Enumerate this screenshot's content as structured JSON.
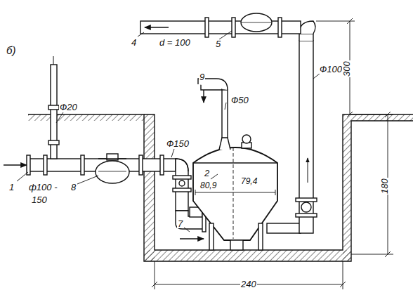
{
  "diagram": {
    "labels": [
      "б)",
      "Ф20",
      "1",
      "ф100 -",
      "150",
      "8",
      "Ф150",
      "9",
      "Ф50",
      "2",
      "80,9",
      "79,4",
      "7",
      "Ф100",
      "300",
      "180",
      "240",
      "4",
      "d = 100",
      "5"
    ]
  }
}
